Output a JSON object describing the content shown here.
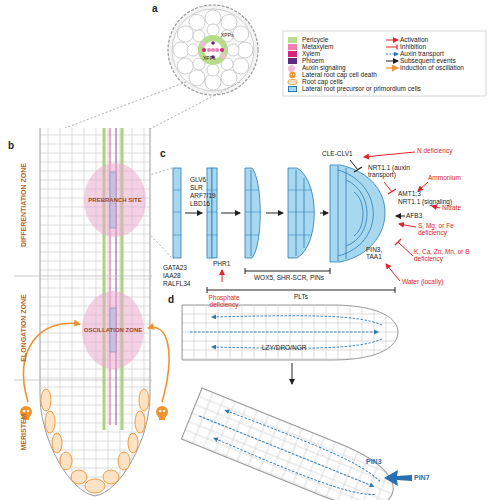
{
  "diagram": {
    "nodes": [
      {
        "text": [
          "PREBRANCH SITE"
        ]
      },
      {
        "text": [
          "OSCILLATION ZONE"
        ]
      }
    ],
    "labels": [
      "a",
      "XPPs",
      "XPPs",
      "b",
      "DIFFERENTIATION ZONE",
      "ELONGATION ZONE",
      "MERISTEM",
      "c",
      "GATA23",
      "IAA28",
      "RALFL34",
      "GLV6",
      "SLR",
      "ARF7/19",
      "LBD16",
      "PHR1",
      "Phosphate deficiency",
      "WOX5, SHR-SCR, PINs",
      "PLTs",
      "CLE-CLV1",
      "N deficiency",
      "NRT1.1 (auxin transport)",
      "Ammonium",
      "AMT1;3",
      "NRT1.1 (signaling)",
      "Nitrate",
      "AFB3",
      "S, Mg, or Fe deficiency",
      "PIN3, TAA1",
      "K, Ca, Zn, Mn, or B deficiency",
      "Water (locally)",
      "d",
      "LZY/DRO/NGR",
      "PIN3",
      "PIN7"
    ],
    "legend": [
      {
        "text": "Pericycle",
        "color": "#b9dc8c"
      },
      {
        "text": "Metaxylem",
        "color": "#ec7fb5"
      },
      {
        "text": "Xylem",
        "color": "#d6247f"
      },
      {
        "text": "Phloem",
        "color": "#5e2a84"
      },
      {
        "text": "Auxin signaling",
        "color": "#f1bcd8"
      },
      {
        "text": "Lateral root cap cell death"
      },
      {
        "text": "Root cap cells"
      },
      {
        "text": "Lateral root precursor or primordium cells",
        "color": "#a8d8ef"
      },
      {
        "text": "Activation"
      },
      {
        "text": "Inhibition"
      },
      {
        "text": "Auxin transport"
      },
      {
        "text": "Subsequent events"
      },
      {
        "text": "Induction of oscillation"
      }
    ]
  }
}
